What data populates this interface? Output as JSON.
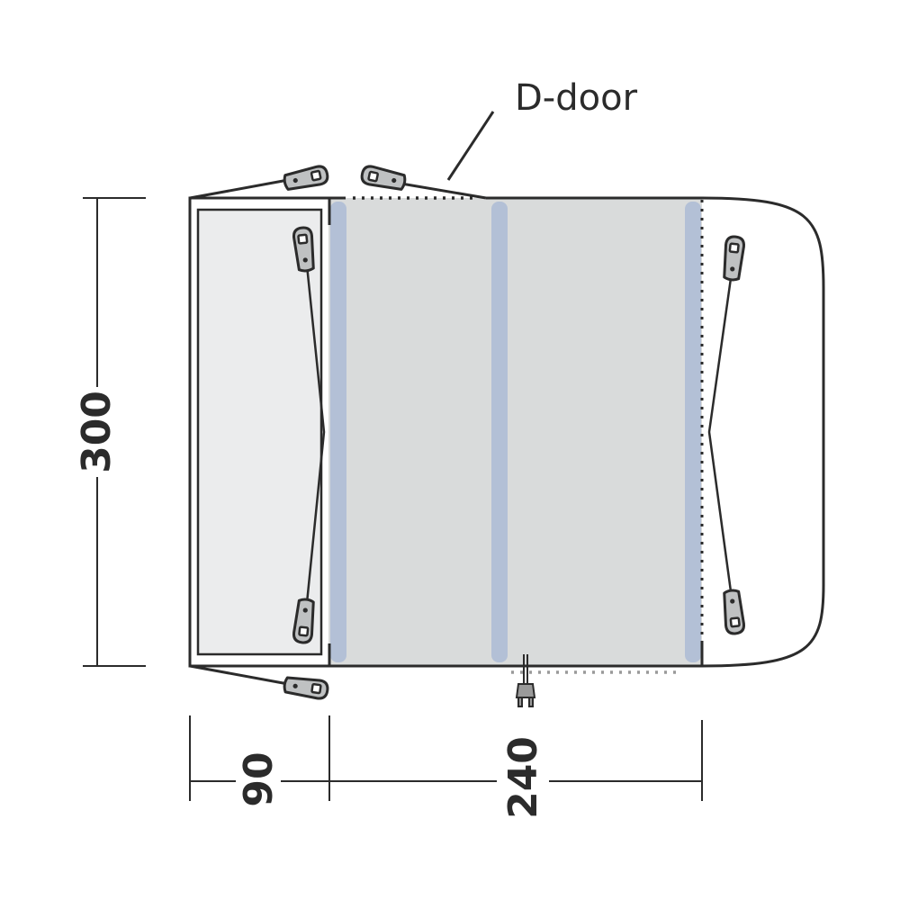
{
  "labels": {
    "door": "D-door"
  },
  "dimensions": {
    "depth": "300",
    "porch_width": "90",
    "main_width": "240"
  },
  "colors": {
    "outline": "#2b2b2b",
    "main_floor": "#d9dbdb",
    "porch_floor": "#ebeced",
    "air_pole": "#b3c0d6"
  },
  "icons": [
    "peg",
    "power-plug"
  ]
}
